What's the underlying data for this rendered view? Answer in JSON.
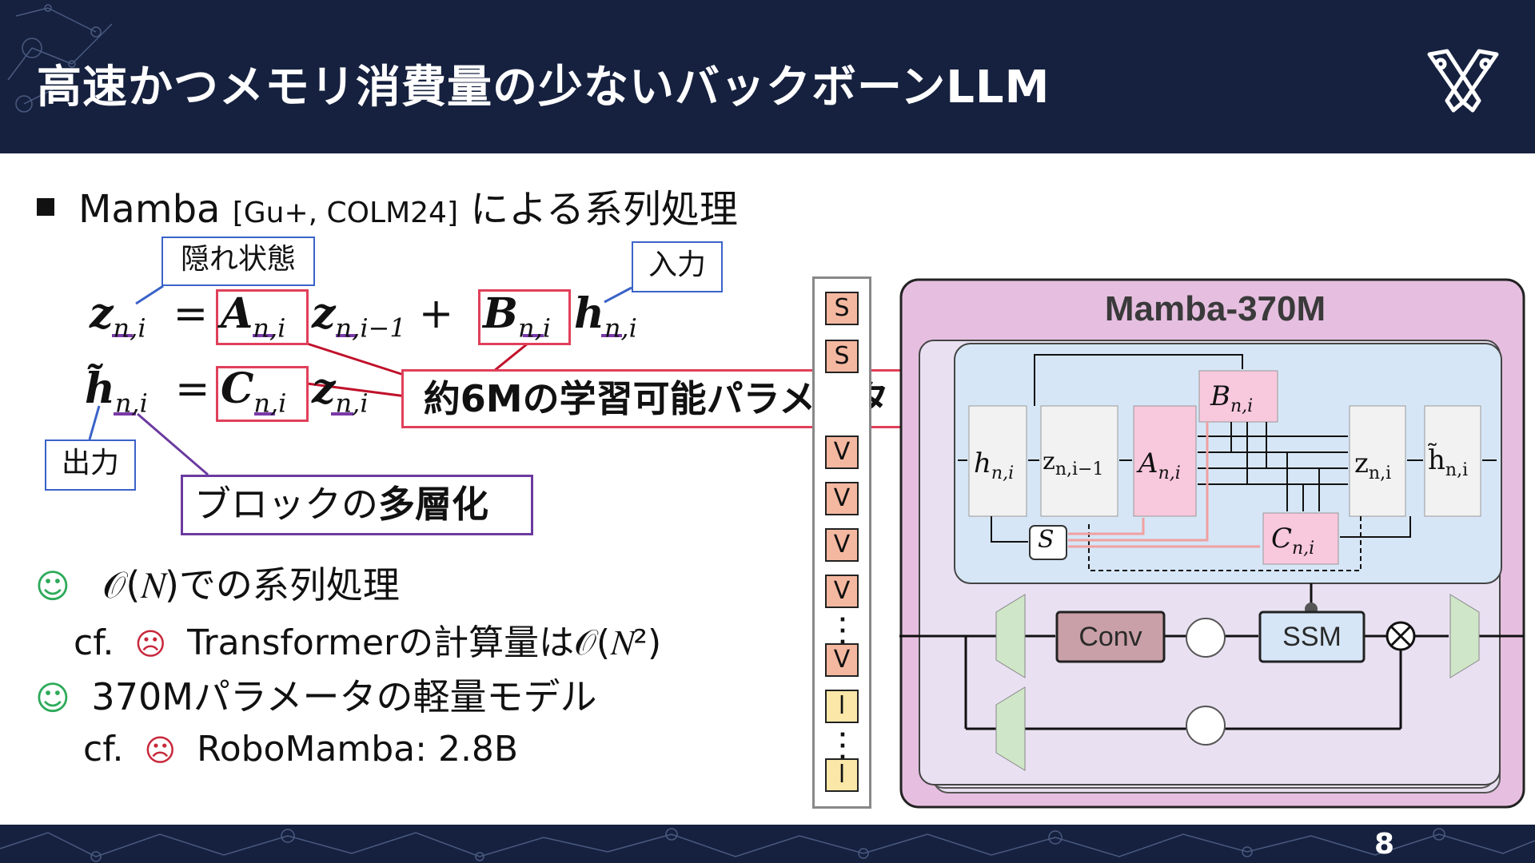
{
  "slide": {
    "title": "高速かつメモリ消費量の少ないバックボーンLLM",
    "page_number": "8"
  },
  "bullet": {
    "main": "Mamba",
    "cite": "[Gu+, COLM24]",
    "rest": "による系列処理"
  },
  "equations": {
    "eq1_lhs": "z",
    "eq1_lhs_sub": "n,i",
    "eq1_A": "A",
    "eq1_A_sub": "n,i",
    "eq1_z": "z",
    "eq1_z_sub": "n,i−1",
    "eq1_plus": "+",
    "eq1_B": "B",
    "eq1_B_sub": "n,i",
    "eq1_h": "h",
    "eq1_h_sub": "n,i",
    "eq2_lhs": "h̃",
    "eq2_lhs_sub": "n,i",
    "eq2_C": "C",
    "eq2_C_sub": "n,i",
    "eq2_z": "z",
    "eq2_z_sub": "n,i",
    "equals": "="
  },
  "labels": {
    "hidden_state": "隠れ状態",
    "input": "入力",
    "output": "出力",
    "params": "約6Mの学習可能パラメータ",
    "multi_prefix": "ブロックの",
    "multi_bold": "多層化"
  },
  "points": [
    {
      "icon": "☺",
      "text": "𝒪(𝑁)での系列処理"
    },
    {
      "prefix": "cf.",
      "icon": "☹",
      "text": "Transformerの計算量は𝒪(𝑁²)"
    },
    {
      "icon": "☺",
      "text": "370Mパラメータの軽量モデル"
    },
    {
      "prefix": "cf.",
      "icon": "☹",
      "text": "RoboMamba: 2.8B"
    }
  ],
  "tokens": [
    "S",
    "S",
    "V",
    "V",
    "V",
    "V",
    "V",
    "l",
    "l"
  ],
  "diagram": {
    "title": "Mamba-370M",
    "nodes": {
      "h": "h",
      "h_sub": "n,i",
      "zprev": "z",
      "zprev_sub": "n,i−1",
      "A": "A",
      "A_sub": "n,i",
      "B": "B",
      "B_sub": "n,i",
      "C": "C",
      "C_sub": "n,i",
      "z": "z",
      "z_sub": "n,i",
      "hout": "h̃",
      "hout_sub": "n,i",
      "S": "S"
    },
    "modules": {
      "conv": "Conv",
      "ssm": "SSM"
    }
  },
  "colors": {
    "header_bg": "#16213f",
    "red_box": "#e0405a",
    "blue_label": "#3a63c8",
    "purple": "#6b3aa0",
    "smile": "#2daa5a",
    "frown": "#c8283c",
    "mamba_bg": "#e6bfe0",
    "inner_bg": "#d6e6f6",
    "pink_node": "#f8c8dc"
  }
}
